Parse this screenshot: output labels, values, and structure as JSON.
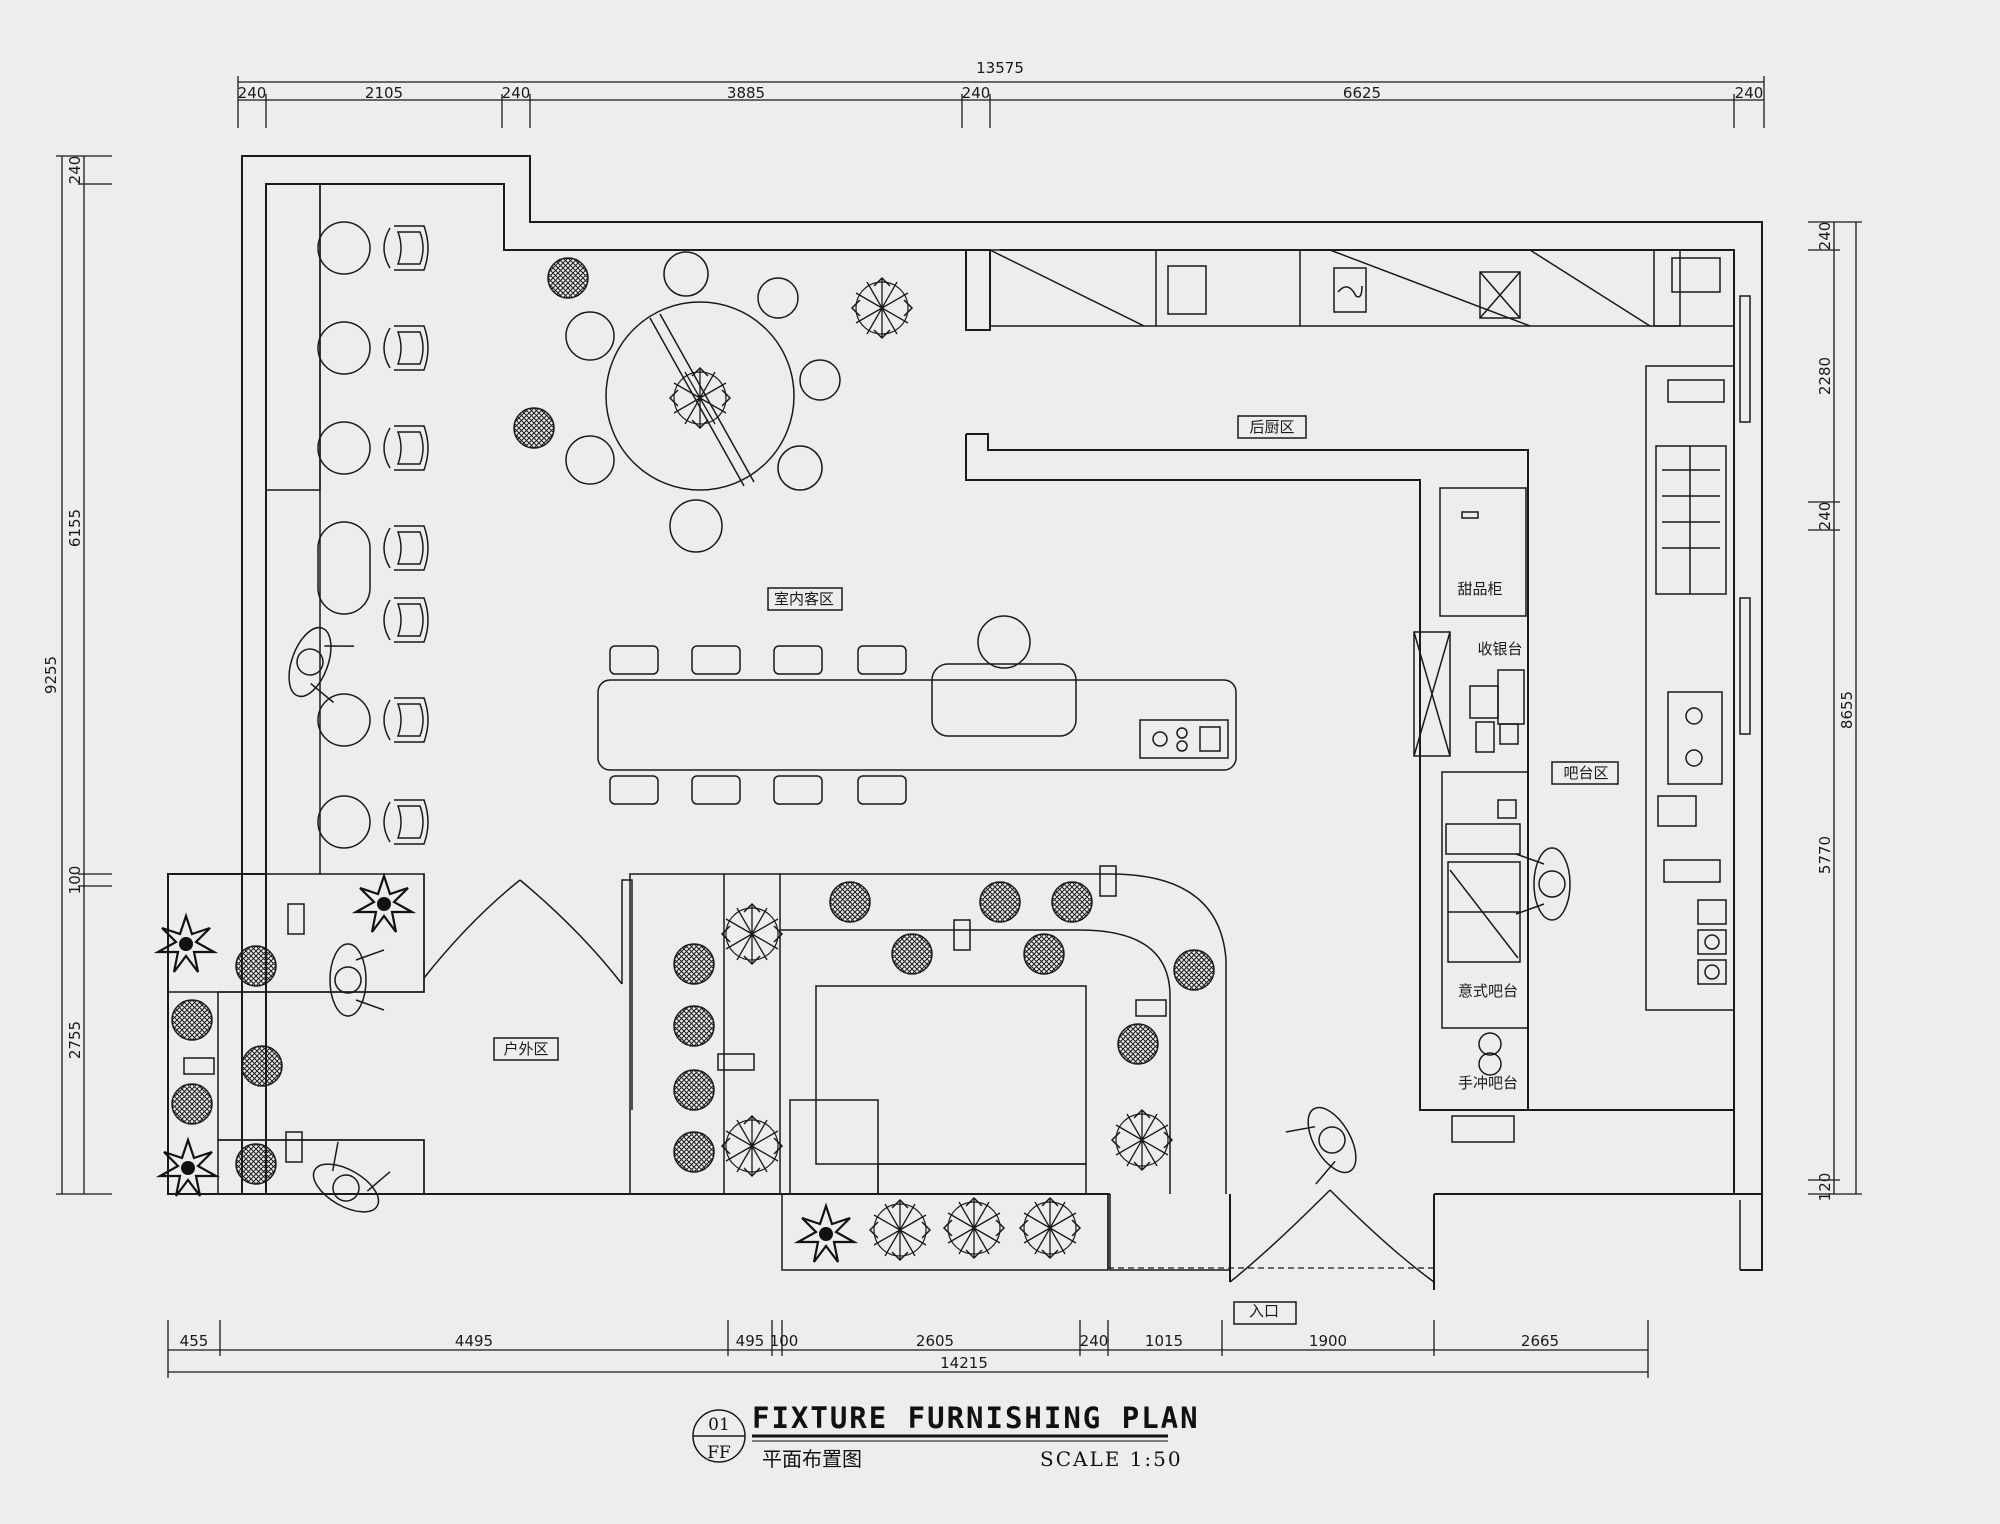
{
  "drawing": {
    "title": "FIXTURE FURNISHING PLAN",
    "subtitle": "平面布置图",
    "scale": "SCALE 1:50",
    "sheet_number": "01",
    "sheet_code": "FF"
  },
  "rooms": {
    "back_kitchen": "后厨区",
    "indoor_seating": "室内客区",
    "outdoor": "户外区",
    "bar_area": "吧台区",
    "dessert_cabinet": "甜品柜",
    "cashier": "收银台",
    "espresso_bar": "意式吧台",
    "pour_over_bar": "手冲吧台",
    "entrance": "入口"
  },
  "dimensions": {
    "top_total": "13575",
    "top": [
      "240",
      "2105",
      "240",
      "3885",
      "240",
      "6625",
      "240"
    ],
    "bottom_total": "14215",
    "bottom": [
      "455",
      "4495",
      "495",
      "100",
      "2605",
      "240",
      "1015",
      "1900",
      "2665"
    ],
    "left_total": "9255",
    "left": [
      "240",
      "6155",
      "100",
      "2755"
    ],
    "right_total": "8655",
    "right_inner": [
      "240",
      "2280",
      "240",
      "5770",
      "120"
    ]
  },
  "colors": {
    "line": "#1a1a1a",
    "paper": "#ededed"
  },
  "icons": [
    "armchair-icon",
    "round-stool-icon",
    "potted-plant-icon",
    "person-icon",
    "sink-icon",
    "stove-icon"
  ]
}
